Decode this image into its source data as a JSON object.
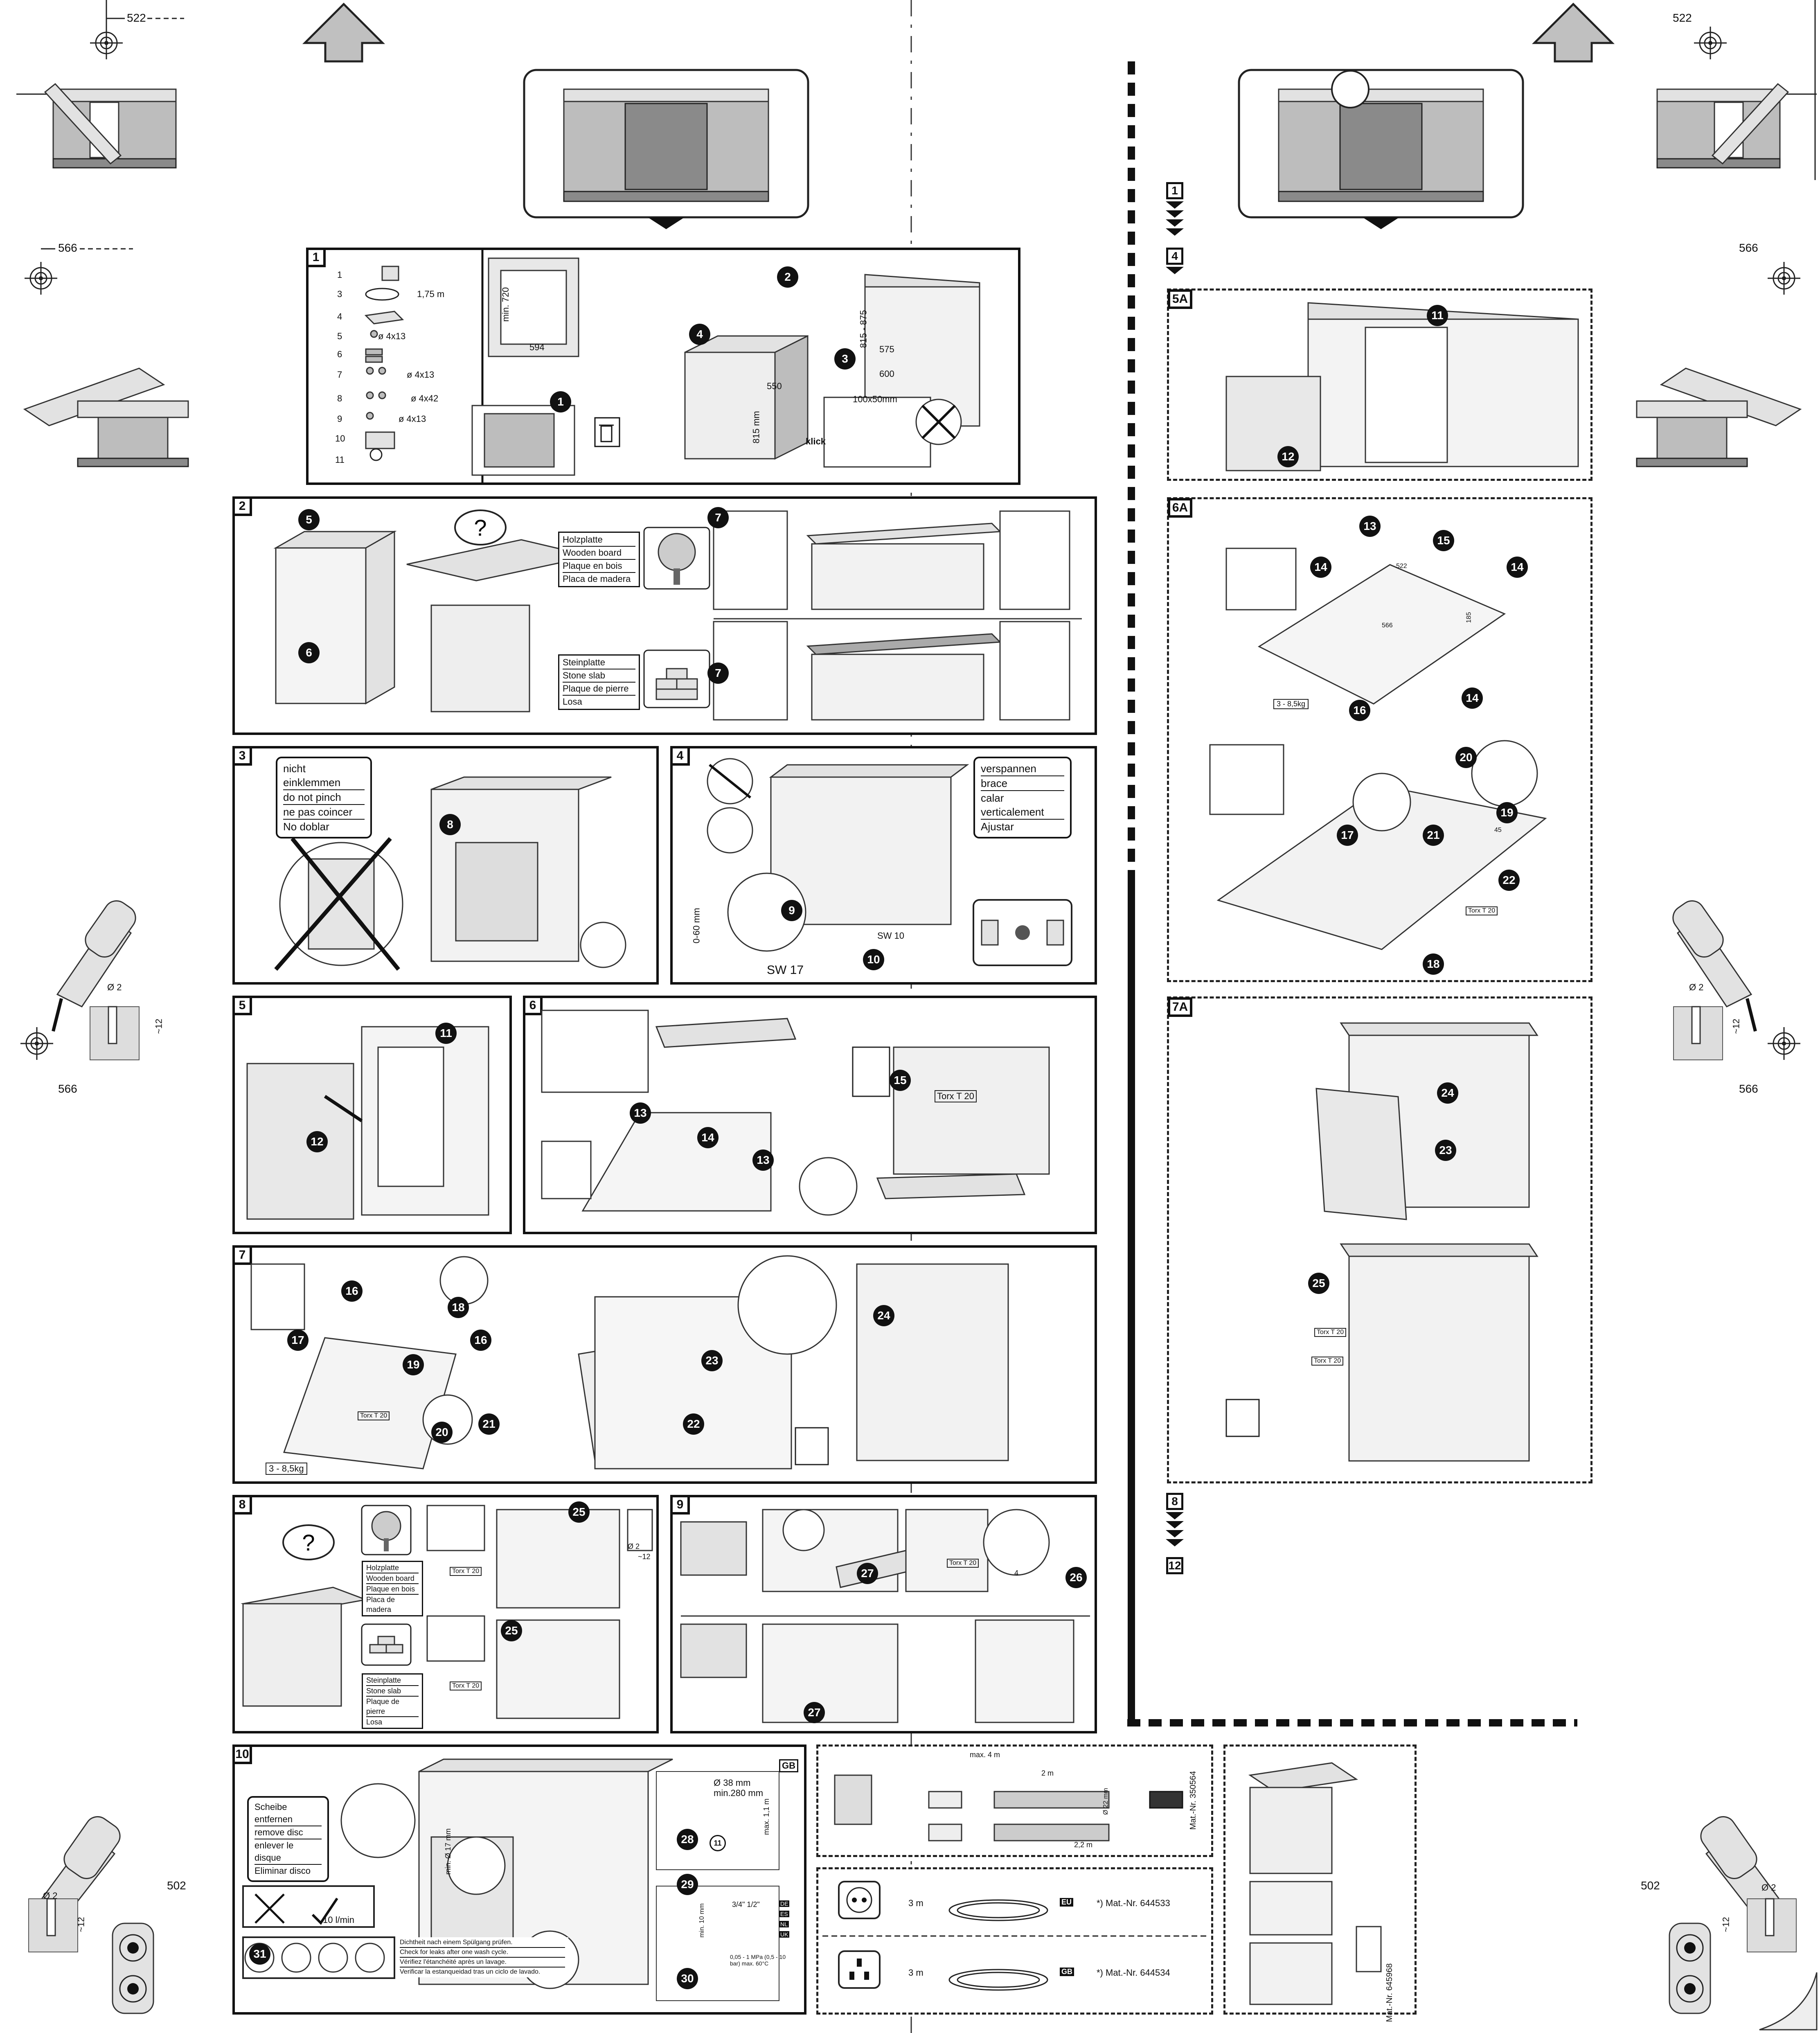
{
  "corner_dims": {
    "d522_left": "522",
    "d522_right": "522",
    "d566_a": "566",
    "d566_b": "566",
    "d566_c": "566",
    "d566_d": "566",
    "d502_left": "502",
    "d502_right": "502"
  },
  "drill": {
    "diameter": "Ø 2",
    "depth": "~12"
  },
  "steps": {
    "p1": "1",
    "p2": "2",
    "p3": "3",
    "p4": "4",
    "p5": "5",
    "p6": "6",
    "p7": "7",
    "p8": "8",
    "p9": "9",
    "p10": "10",
    "right_top": "1",
    "right_4": "4",
    "right_5a": "5A",
    "right_6a": "6A",
    "right_7a": "7A",
    "right_8": "8",
    "right_12": "12"
  },
  "panel1": {
    "parts": [
      "1",
      "3",
      "4",
      "5",
      "6",
      "7",
      "8",
      "9",
      "10",
      "11"
    ],
    "hose_len": "1,75 m",
    "screw5": "ø 4x13",
    "screw7": "ø 4x13",
    "screw8": "ø 4x42",
    "screw9": "ø 4x13",
    "niche_h": "min. 720",
    "niche_w": "594",
    "dims": [
      "815 - 875",
      "575",
      "600",
      "550",
      "815 mm",
      "100x50mm"
    ],
    "klick": "klick"
  },
  "panel2": {
    "wood": [
      "Holzplatte",
      "Wooden board",
      "Plaque en bois",
      "Placa de madera"
    ],
    "stone": [
      "Steinplatte",
      "Stone slab",
      "Plaque de pierre",
      "Losa"
    ]
  },
  "panel3": {
    "warn": [
      "nicht einklemmen",
      "do not pinch",
      "ne pas coincer",
      "No doblar"
    ]
  },
  "panel4": {
    "brace": [
      "verspannen",
      "brace",
      "calar verticalement",
      "Ajustar"
    ],
    "range": "0-60 mm",
    "sw17": "SW 17",
    "sw10": "SW 10"
  },
  "panel6": {
    "torx": "Torx T 20"
  },
  "panel7": {
    "weight": "3 - 8,5kg",
    "torx": "Torx T 20"
  },
  "panel8": {
    "wood": [
      "Holzplatte",
      "Wooden board",
      "Plaque en bois",
      "Placa de madera"
    ],
    "stone": [
      "Steinplatte",
      "Stone slab",
      "Plaque de pierre",
      "Losa"
    ],
    "torx_a": "Torx T 20",
    "torx_b": "Torx T 20",
    "d12": "~12",
    "d2": "Ø 2"
  },
  "panel9": {
    "torx": "Torx T 20",
    "t4": "4"
  },
  "panel10": {
    "disc": [
      "Scheibe entfernen",
      "remove disc",
      "enlever le disque",
      "Eliminar disco"
    ],
    "gb": "GB",
    "pipe": "Ø 38 mm",
    "minh": "min.280 mm",
    "maxh": "max. 1,1 m",
    "d17": "min. Ø 17 mm",
    "min10": "min. 10 mm",
    "flow": "10 l/min",
    "threads": "3/4\"  1/2\"",
    "press": "0,05 - 1 MPa (0,5 - 10 bar) max. 60°C",
    "countries": [
      "DE",
      "ES",
      "NL",
      "UK"
    ],
    "check": [
      "Dichtheit nach einem Spülgang prüfen.",
      "Check for leaks after one wash cycle.",
      "Vérifiez l'étanchéité après un lavage.",
      "Verificar la estanqueidad tras un ciclo de lavado."
    ]
  },
  "hoses": {
    "max4": "max. 4 m",
    "two_m": "2 m",
    "twotwo_m": "2,2 m",
    "d22": "Ø 22 mm",
    "mat1": "Mat.-Nr. 350564"
  },
  "cables": {
    "three_m_a": "3 m",
    "three_m_b": "3 m",
    "eu": "EU",
    "gb": "GB",
    "mat_eu": "*) Mat.-Nr. 644533",
    "mat_gb": "*) Mat.-Nr. 644534"
  },
  "floor": {
    "mat": "Mat.-Nr. 645968"
  },
  "right6a": {
    "weight": "3 - 8,5kg",
    "torx": "Torx T 20",
    "dims": [
      "522",
      "566",
      "185",
      "45"
    ]
  },
  "right7a": {
    "torx_a": "Torx T 20",
    "torx_b": "Torx T 20"
  },
  "callouts": [
    "1",
    "2",
    "3",
    "4",
    "5",
    "6",
    "7",
    "8",
    "9",
    "10",
    "11",
    "12",
    "13",
    "14",
    "15",
    "16",
    "17",
    "18",
    "19",
    "20",
    "21",
    "22",
    "23",
    "24",
    "25",
    "26",
    "27",
    "28",
    "29",
    "30",
    "31"
  ]
}
